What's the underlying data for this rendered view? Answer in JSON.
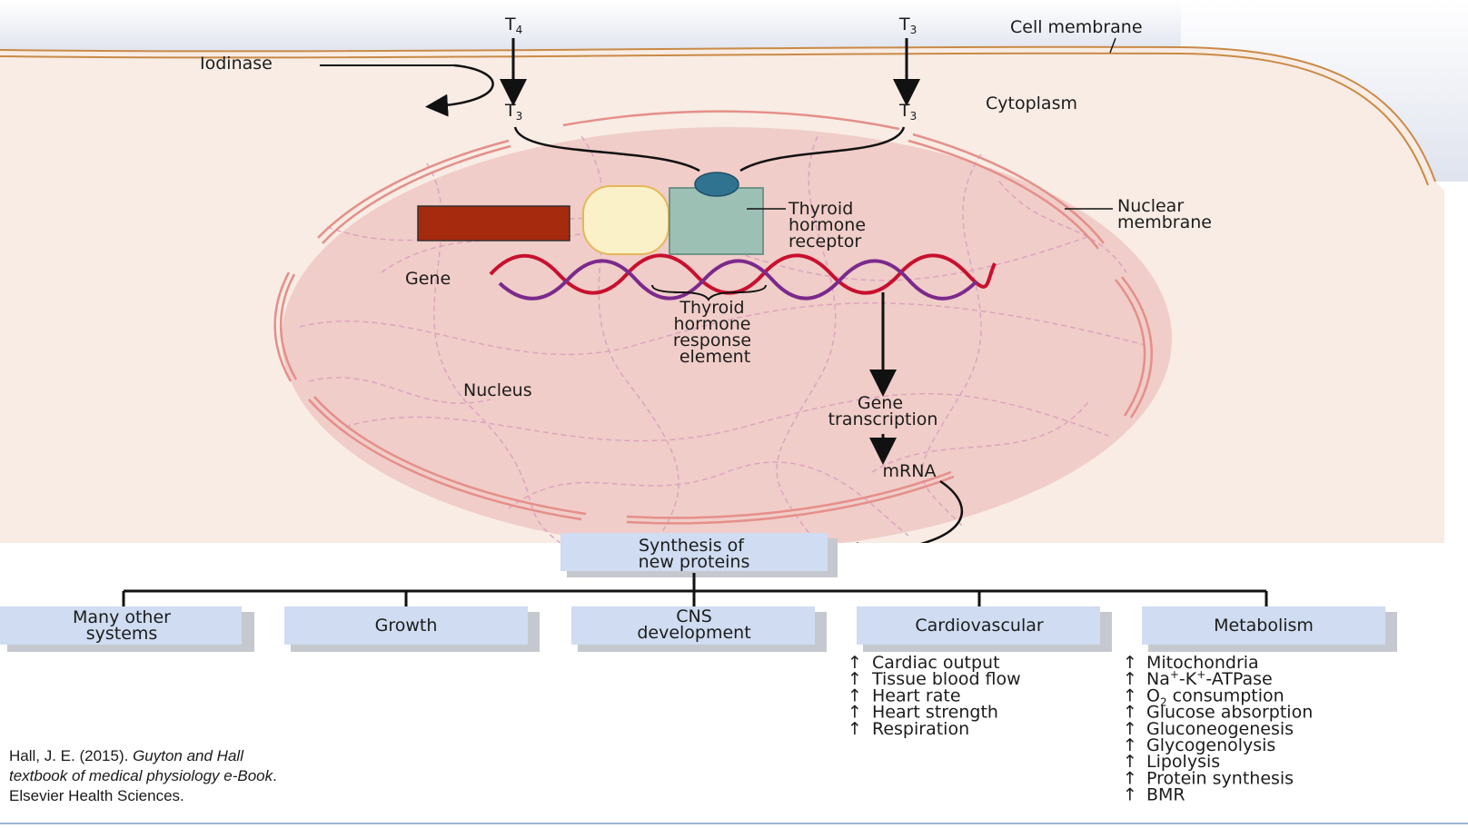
{
  "hormones": {
    "t4_left": "T",
    "t4_left_sub": "4",
    "t3_right_top": "T",
    "t3_right_top_sub": "3",
    "t3_left": "T",
    "t3_left_sub": "3",
    "t3_right": "T",
    "t3_right_sub": "3"
  },
  "labels": {
    "cell_membrane": "Cell membrane",
    "iodinase": "Iodinase",
    "cytoplasm": "Cytoplasm",
    "receptor": [
      "Thyroid",
      "hormone",
      "receptor"
    ],
    "nuclear_membrane": [
      "Nuclear",
      "membrane"
    ],
    "gene": "Gene",
    "response_element": [
      "Thyroid",
      "hormone",
      "response",
      "element"
    ],
    "nucleus": "Nucleus",
    "gene_transcription": [
      "Gene",
      "transcription"
    ],
    "mrna": "mRNA"
  },
  "synthesis_box": [
    "Synthesis of",
    "new proteins"
  ],
  "effect_boxes": [
    {
      "lines": [
        "Many other",
        "systems"
      ]
    },
    {
      "lines": [
        "Growth"
      ]
    },
    {
      "lines": [
        "CNS",
        "development"
      ]
    },
    {
      "lines": [
        "Cardiovascular"
      ]
    },
    {
      "lines": [
        "Metabolism"
      ]
    }
  ],
  "cardiovascular_effects": [
    "Cardiac output",
    "Tissue blood flow",
    "Heart rate",
    "Heart strength",
    "Respiration"
  ],
  "metabolism_effects": [
    {
      "text": "Mitochondria"
    },
    {
      "text": "Na",
      "sup": "+",
      "text2": "-K",
      "sup2": "+",
      "text3": "-ATPase"
    },
    {
      "text": "O",
      "sub": "2",
      "text2": " consumption"
    },
    {
      "text": "Glucose absorption"
    },
    {
      "text": "Gluconeogenesis"
    },
    {
      "text": "Glycogenolysis"
    },
    {
      "text": "Lipolysis"
    },
    {
      "text": "Protein synthesis"
    },
    {
      "text": "BMR"
    }
  ],
  "increase_symbol": "↑",
  "citation": {
    "author": "Hall, J. E. (2015). ",
    "title": "Guyton and Hall textbook of medical physiology e-Book",
    "publisher": ". Elsevier Health Sciences."
  },
  "colors": {
    "cytoplasm": "#f8ece4",
    "membrane": "#c98a46",
    "nucleus": "#f0cdc8",
    "nuclear_membrane": "#e58f8a",
    "dna_red": "#c8102e",
    "dna_purple": "#7b2a8c",
    "receptor": "#9dc0b5",
    "ligand": "#2f7391",
    "coactivator": "#fbf1c8",
    "red_block": "#a52a0e",
    "box_fill": "#cfdcf1",
    "box_shadow": "#c5c8ce"
  }
}
